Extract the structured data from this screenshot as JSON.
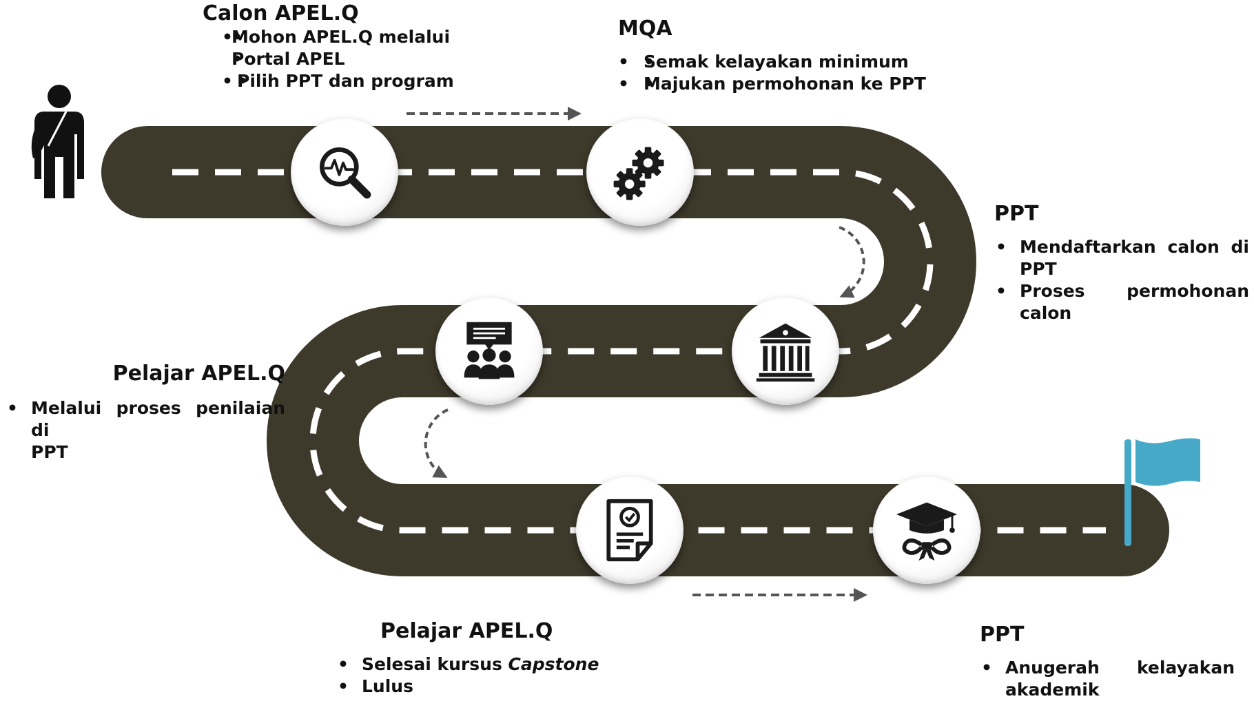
{
  "colors": {
    "road": "#3e3a2b",
    "dash": "#ffffff",
    "arrow": "#555555",
    "flag": "#45a9c7",
    "icon": "#1a1a1a"
  },
  "steps": [
    {
      "title": "Calon APEL.Q",
      "icon": "magnifier-pulse-icon",
      "bullets": [
        "Mohon APEL.Q melalui",
        "Portal APEL",
        "Pilih PPT dan program"
      ]
    },
    {
      "title": "MQA",
      "icon": "gears-icon",
      "bullets": [
        "Semak kelayakan minimum",
        "Majukan permohonan ke PPT"
      ]
    },
    {
      "title": "PPT",
      "icon": "institution-icon",
      "bullets_lines": [
        "Mendaftarkan calon di",
        "PPT",
        "Proses permohonan",
        "calon"
      ]
    },
    {
      "title": "Pelajar APEL.Q",
      "icon": "discussion-group-icon",
      "bullets_lines": [
        "Melalui proses penilaian di",
        "PPT"
      ]
    },
    {
      "title": "Pelajar APEL.Q",
      "icon": "certified-document-icon",
      "bullet_1_prefix": "Selesai kursus ",
      "bullet_1_italic": "Capstone",
      "bullet_2": "Lulus"
    },
    {
      "title": "PPT",
      "icon": "graduation-cap-icon",
      "bullets_lines": [
        "Anugerah kelayakan",
        "akademik"
      ]
    }
  ],
  "decor": {
    "start": "student-icon",
    "end": "finish-flag-icon"
  }
}
